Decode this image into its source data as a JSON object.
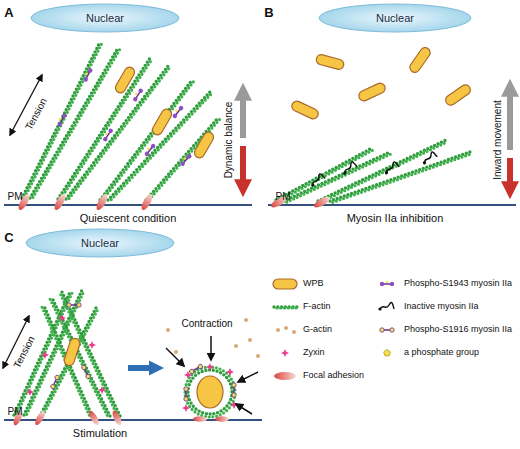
{
  "diagram": {
    "nodes": [
      {
        "text": [
          "Nuclear"
        ]
      },
      {
        "text": [
          "Nuclear"
        ]
      },
      {
        "text": [
          "Nuclear"
        ]
      }
    ],
    "labels": [
      "A",
      "Tension",
      "Dynamic balance",
      "PM",
      "Quiescent condition",
      "B",
      "Inward movement",
      "PM",
      "Myosin IIa inhibition",
      "C",
      "Tension",
      "Contraction",
      "PM",
      "Stimulation"
    ],
    "legend": [
      {
        "text": "WPB",
        "color": "#f6c544"
      },
      {
        "text": "F-actin"
      },
      {
        "text": "G-actin"
      },
      {
        "text": "Zyxin"
      },
      {
        "text": "Focal adhesion"
      },
      {
        "text": "Phospho-S1943 myosin IIa"
      },
      {
        "text": "Inactive myosin IIa"
      },
      {
        "text": "Phospho-S1916 myosin IIa"
      },
      {
        "text": "a phosphate group"
      }
    ]
  }
}
